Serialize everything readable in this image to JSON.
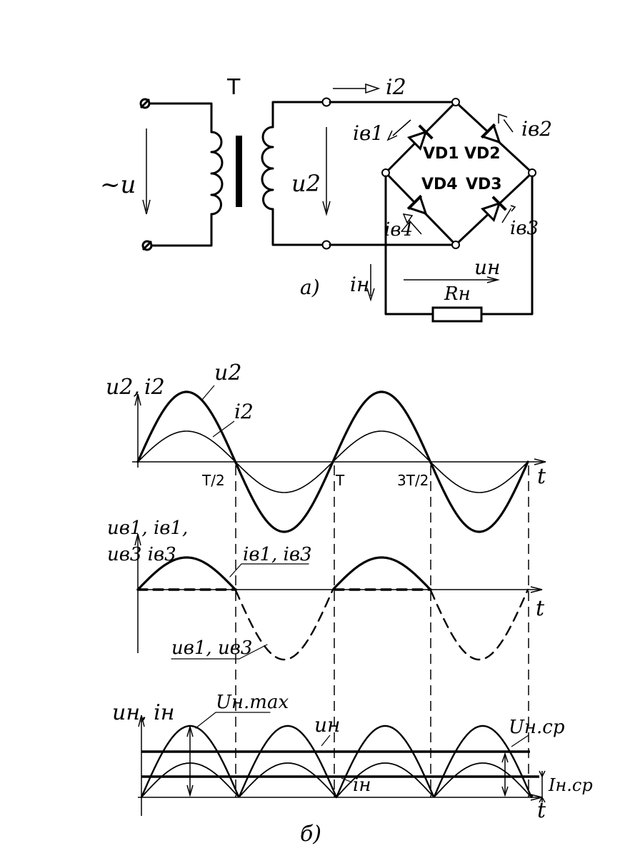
{
  "circuit": {
    "transformer_label": "T",
    "input_voltage_label": "~u",
    "secondary_voltage_label": "u2",
    "secondary_current_label": "i2",
    "diode_labels": [
      "VD1",
      "VD2",
      "VD4",
      "VD3"
    ],
    "diode_currents": [
      "iв1",
      "iв2",
      "iв4",
      "iв3"
    ],
    "load_voltage_label": "uн",
    "load_current_label": "iн",
    "load_resistor_label": "Rн",
    "caption": "a)"
  },
  "graphs": {
    "graph1": {
      "axis_label_1": "u2,",
      "axis_label_2": "i2",
      "curve_labels": [
        "u2",
        "i2"
      ],
      "t_label": "t",
      "ticks": [
        "T/2",
        "T",
        "3T/2"
      ]
    },
    "graph2": {
      "axis_label_1": "uв1, iв1,",
      "axis_label_2": "uв3 iв3",
      "current_curve_label": "iв1, iв3",
      "voltage_curve_label": "uв1, uв3",
      "t_label": "t"
    },
    "graph3": {
      "axis_label_1": "uн, iн",
      "max_label": "Uн.max",
      "voltage_curve_label": "uн",
      "current_curve_label": "iн",
      "avg_voltage_label": "Uн.ср",
      "avg_current_label": "Iн.ср",
      "t_label": "t"
    },
    "caption": "б)"
  }
}
